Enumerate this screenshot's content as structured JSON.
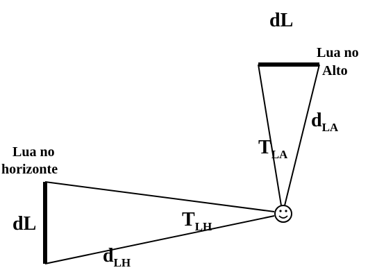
{
  "labels": {
    "top_dl": "dL",
    "moon_high_line1": "Lua no",
    "moon_high_line2": "Alto",
    "d_la_main": "d",
    "d_la_sub": "LA",
    "t_la_main": "T",
    "t_la_sub": "LA",
    "moon_horizon_line1": "Lua no",
    "moon_horizon_line2": "horizonte",
    "left_dl": "dL",
    "t_lh_main": "T",
    "t_lh_sub": "LH",
    "d_lh_main": "d",
    "d_lh_sub": "LH"
  },
  "colors": {
    "ink": "#000000",
    "background": "#ffffff"
  },
  "icons": {
    "observer": "smiley-face-icon"
  }
}
